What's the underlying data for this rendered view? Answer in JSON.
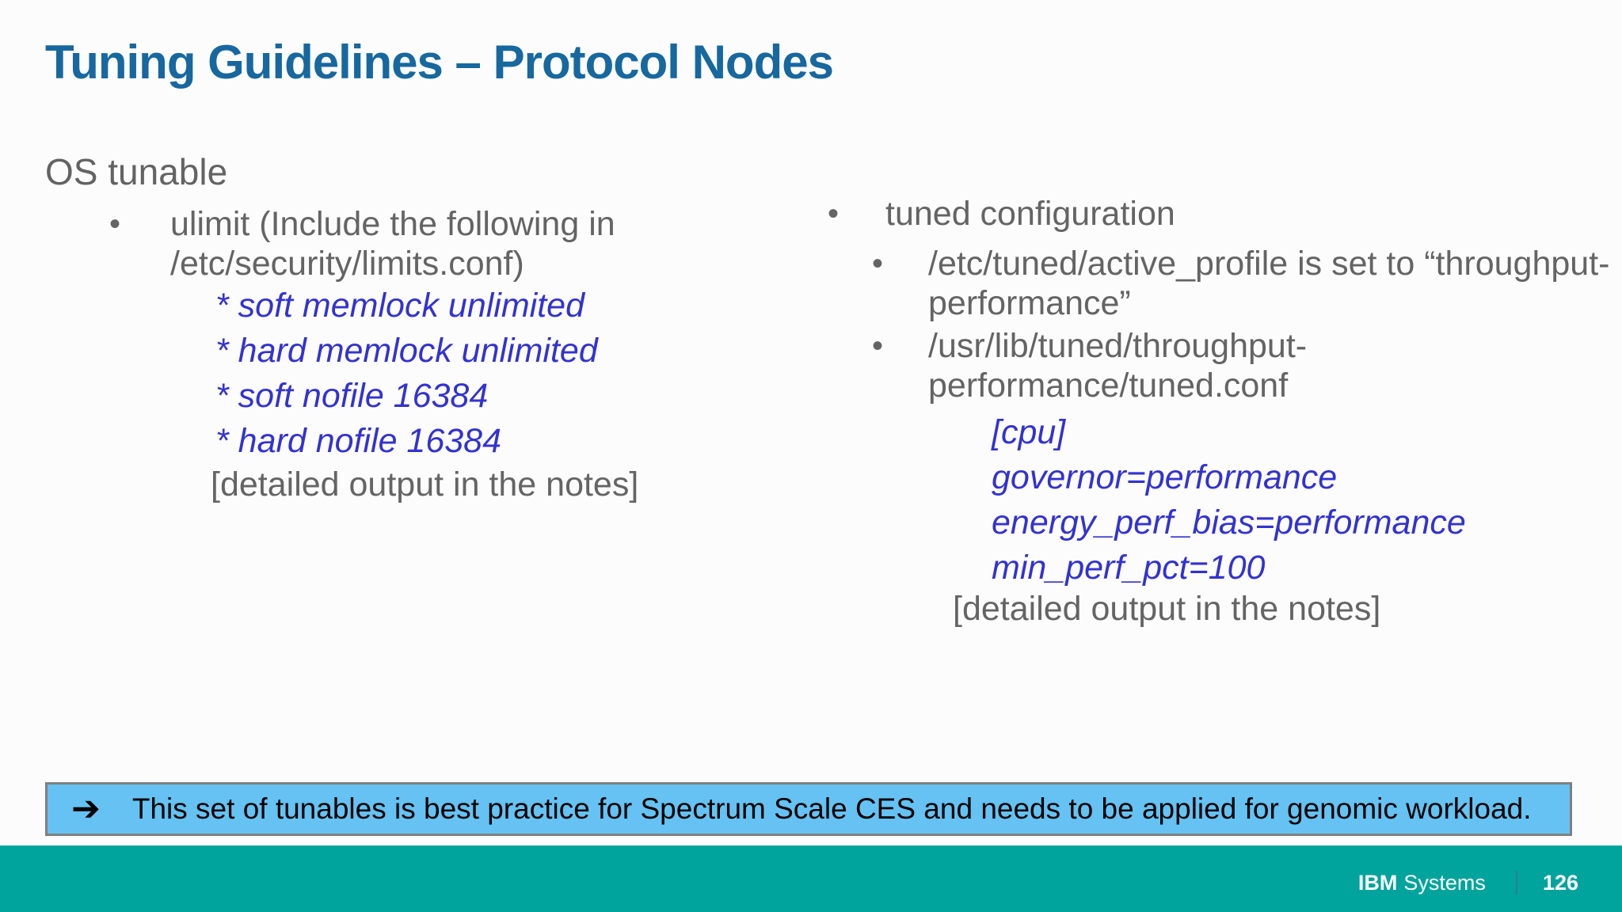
{
  "slide": {
    "title": "Tuning Guidelines – Protocol Nodes",
    "section_heading": "OS tunable",
    "bullet_glyph": "•",
    "left_column": {
      "item_lines": [
        "ulimit  (Include the following in",
        "/etc/security/limits.conf)"
      ],
      "code_lines": [
        "* soft memlock unlimited",
        "* hard memlock unlimited",
        "* soft nofile 16384",
        "* hard nofile 16384"
      ],
      "note": "[detailed output in the notes]"
    },
    "right_column": {
      "item_label": "tuned configuration",
      "sub_item_1_lines": [
        "/etc/tuned/active_profile is set to “throughput-",
        "performance”"
      ],
      "sub_item_2_lines": [
        "/usr/lib/tuned/throughput-",
        "performance/tuned.conf"
      ],
      "code_lines": [
        "[cpu]",
        "governor=performance",
        "energy_perf_bias=performance",
        "min_perf_pct=100"
      ],
      "note": "[detailed output in the notes]"
    },
    "callout": {
      "arrow_glyph": "➔",
      "text": "This set of tunables is best practice for Spectrum Scale CES and needs to be applied for genomic workload."
    },
    "footer": {
      "brand_bold": "IBM",
      "brand_regular": "Systems",
      "page_number": "126"
    },
    "colors": {
      "title_blue": "#16689f",
      "body_gray": "#646464",
      "code_blue": "#3232d2",
      "callout_bg": "#65c2f2",
      "callout_border": "#808080",
      "footer_teal": "#00a49c"
    }
  }
}
